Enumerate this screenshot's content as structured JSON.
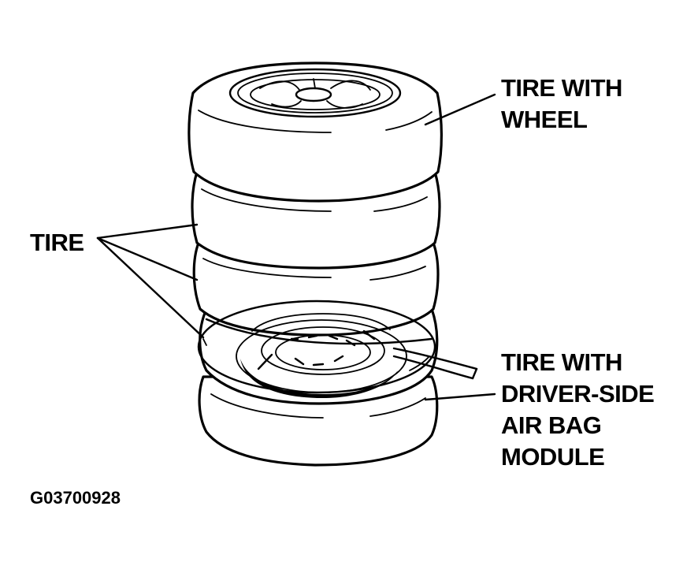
{
  "labels": {
    "tire_with_wheel": [
      "TIRE WITH",
      "WHEEL"
    ],
    "tire": "TIRE",
    "tire_with_airbag": [
      "TIRE WITH",
      "DRIVER-SIDE",
      "AIR BAG",
      "MODULE"
    ]
  },
  "figure_id": "G03700928"
}
